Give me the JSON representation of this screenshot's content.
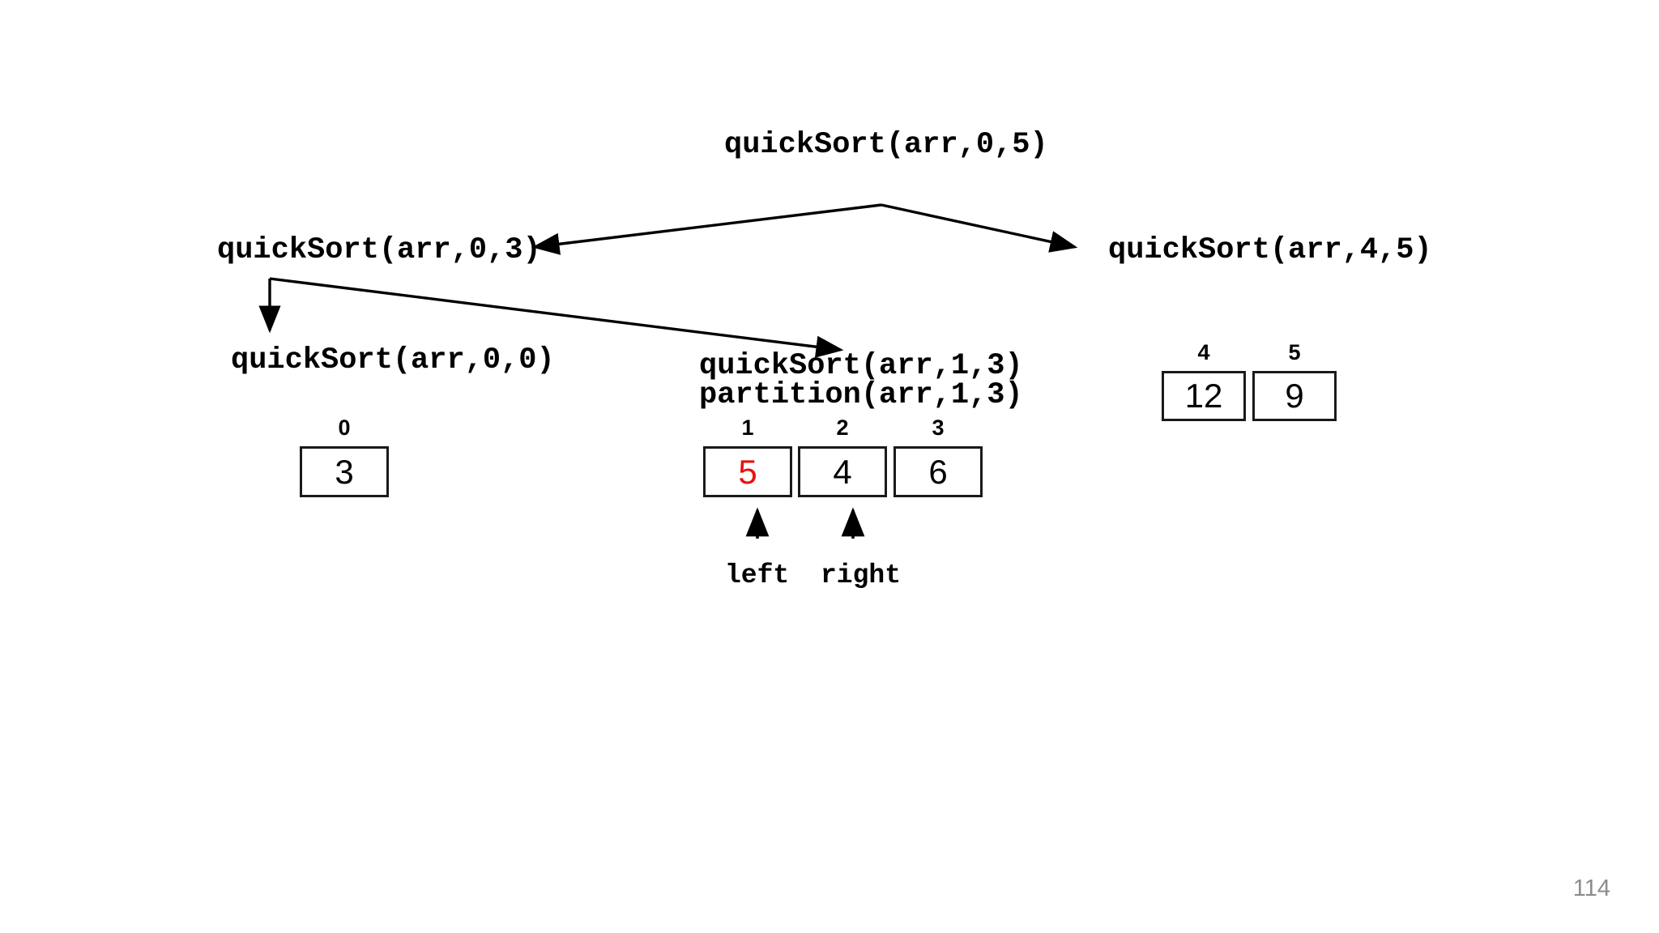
{
  "slide": {
    "page_number": "114",
    "background_color": "#ffffff",
    "highlight_color": "#e8110c",
    "line_color": "#000000"
  },
  "tree": {
    "root": {
      "label": "quickSort(arr,0,5)"
    },
    "level1": [
      {
        "label": "quickSort(arr,0,3)"
      },
      {
        "label": "quickSort(arr,4,5)"
      }
    ],
    "level2": [
      {
        "label": "quickSort(arr,0,0)"
      },
      {
        "label_line1": "quickSort(arr,1,3)",
        "label_line2": "partition(arr,1,3)"
      }
    ]
  },
  "arrays": {
    "left_single": {
      "indices": [
        "0"
      ],
      "values": [
        "3"
      ],
      "highlighted": [
        false
      ]
    },
    "middle": {
      "indices": [
        "1",
        "2",
        "3"
      ],
      "values": [
        "5",
        "4",
        "6"
      ],
      "highlighted": [
        true,
        false,
        false
      ]
    },
    "right": {
      "indices": [
        "4",
        "5"
      ],
      "values": [
        "12",
        "9"
      ],
      "highlighted": [
        false,
        false
      ]
    }
  },
  "pointers": [
    {
      "name": "left",
      "label": "left"
    },
    {
      "name": "right",
      "label": "right"
    }
  ]
}
